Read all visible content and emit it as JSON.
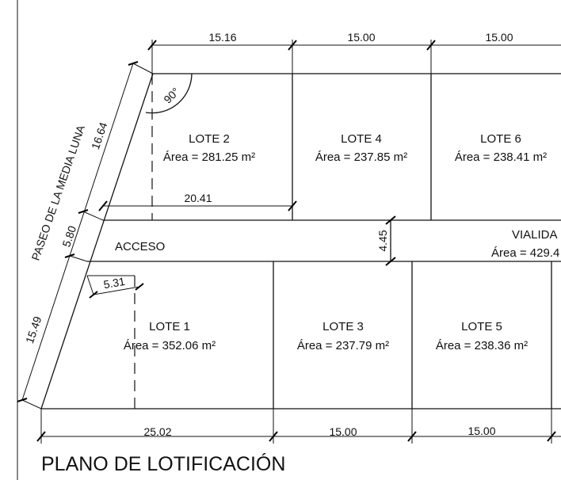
{
  "dimensions": {
    "top_lote2": "15.16",
    "top_lote4": "15.00",
    "top_lote6": "15.00",
    "slant_upper": "16.64",
    "slant_middle": "5.80",
    "slant_lower": "15.49",
    "lote2_bottom": "20.41",
    "acceso_width": "5.31",
    "vialidad_width": "4.45",
    "bottom_lote1": "25.02",
    "bottom_lote3": "15.00",
    "bottom_lote5": "15.00"
  },
  "angle_label": "90°",
  "road_label": "PASEO DE LA MEDIA LUNA",
  "acceso_label": "ACCESO",
  "vialidad": {
    "name": "VIALIDA",
    "area": "Área = 429.4"
  },
  "lots": [
    {
      "name": "LOTE 2",
      "area": "Área = 281.25 m²"
    },
    {
      "name": "LOTE 4",
      "area": "Área = 237.85 m²"
    },
    {
      "name": "LOTE 6",
      "area": "Área = 238.41 m²"
    },
    {
      "name": "LOTE 1",
      "area": "Área = 352.06 m²"
    },
    {
      "name": "LOTE 3",
      "area": "Área = 237.79 m²"
    },
    {
      "name": "LOTE 5",
      "area": "Área = 238.36 m²"
    }
  ],
  "title": "PLANO DE LOTIFICACIÓN"
}
